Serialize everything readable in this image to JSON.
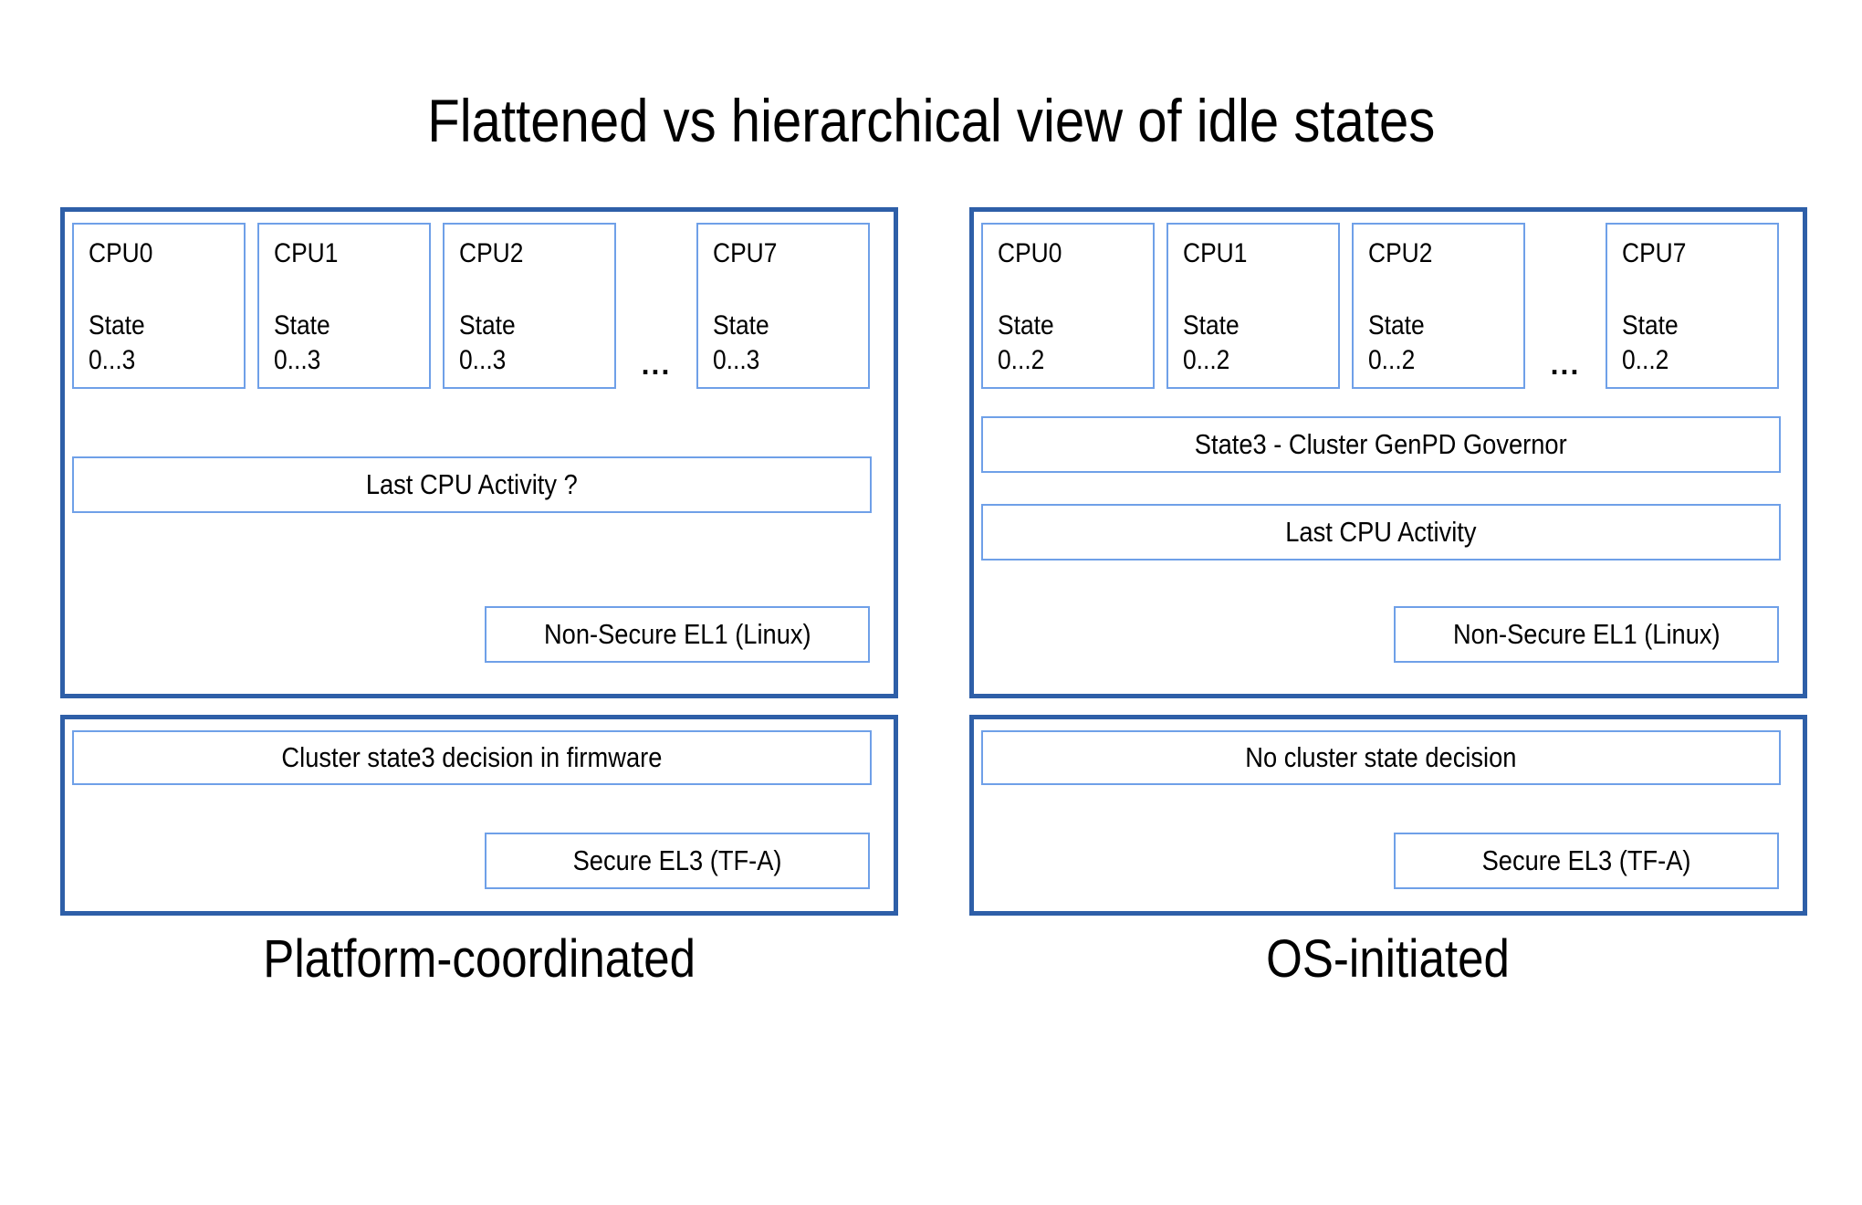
{
  "title": "Flattened vs hierarchical view of idle states",
  "colors": {
    "panel_border": "#2e5fa8",
    "box_border": "#6fa0e8",
    "text": "#000000",
    "background": "#ffffff"
  },
  "left": {
    "caption": "Platform-coordinated",
    "ellipsis": "...",
    "cpus": [
      {
        "name": "CPU0",
        "state": "State",
        "range": "0...3"
      },
      {
        "name": "CPU1",
        "state": "State",
        "range": "0...3"
      },
      {
        "name": "CPU2",
        "state": "State",
        "range": "0...3"
      },
      {
        "name": "CPU7",
        "state": "State",
        "range": "0...3"
      }
    ],
    "activity": "Last CPU Activity ?",
    "el1": "Non-Secure EL1 (Linux)",
    "decision": "Cluster state3 decision in firmware",
    "el3": "Secure EL3 (TF-A)"
  },
  "right": {
    "caption": "OS-initiated",
    "ellipsis": "...",
    "cpus": [
      {
        "name": "CPU0",
        "state": "State",
        "range": "0...2"
      },
      {
        "name": "CPU1",
        "state": "State",
        "range": "0...2"
      },
      {
        "name": "CPU2",
        "state": "State",
        "range": "0...2"
      },
      {
        "name": "CPU7",
        "state": "State",
        "range": "0...2"
      }
    ],
    "governor": "State3 - Cluster GenPD Governor",
    "activity": "Last CPU Activity",
    "el1": "Non-Secure EL1 (Linux)",
    "decision": "No cluster state decision",
    "el3": "Secure EL3 (TF-A)"
  }
}
